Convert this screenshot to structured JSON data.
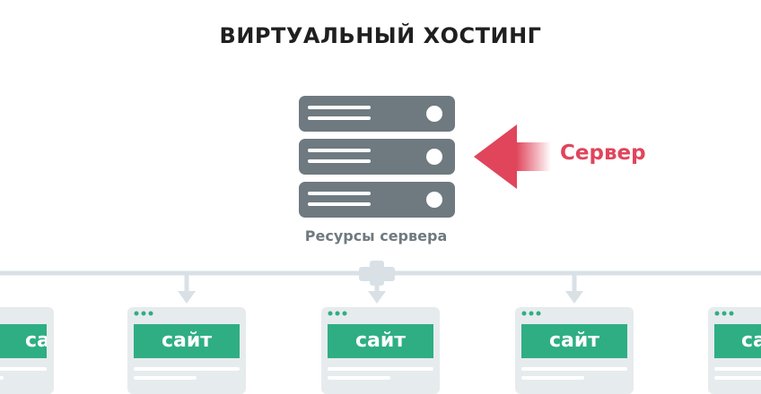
{
  "title": "ВИРТУАЛЬНЫЙ ХОСТИНГ",
  "server": {
    "caption": "Ресурсы сервера",
    "label": "Сервер",
    "icon": "server-rack-icon"
  },
  "sites": [
    {
      "label": "сайт"
    },
    {
      "label": "сайт"
    },
    {
      "label": "сайт"
    },
    {
      "label": "сайт"
    },
    {
      "label": "сайт"
    }
  ],
  "colors": {
    "server": "#6e7a80",
    "arrow": "#e0455b",
    "site": "#2fae83",
    "connector": "#d9e1e6",
    "browser_frame": "#e6ebee"
  }
}
